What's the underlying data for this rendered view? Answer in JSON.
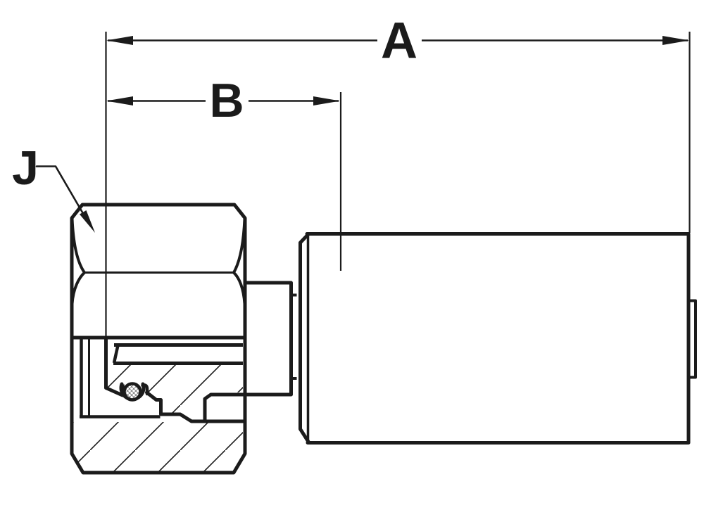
{
  "drawing": {
    "kind": "engineering cross-section of a crimp hose fitting",
    "labels": {
      "dim_a": "A",
      "dim_b": "B",
      "callout_j": "J"
    },
    "colors": {
      "ink": "#1b1b1b",
      "background": "#ffffff"
    }
  }
}
